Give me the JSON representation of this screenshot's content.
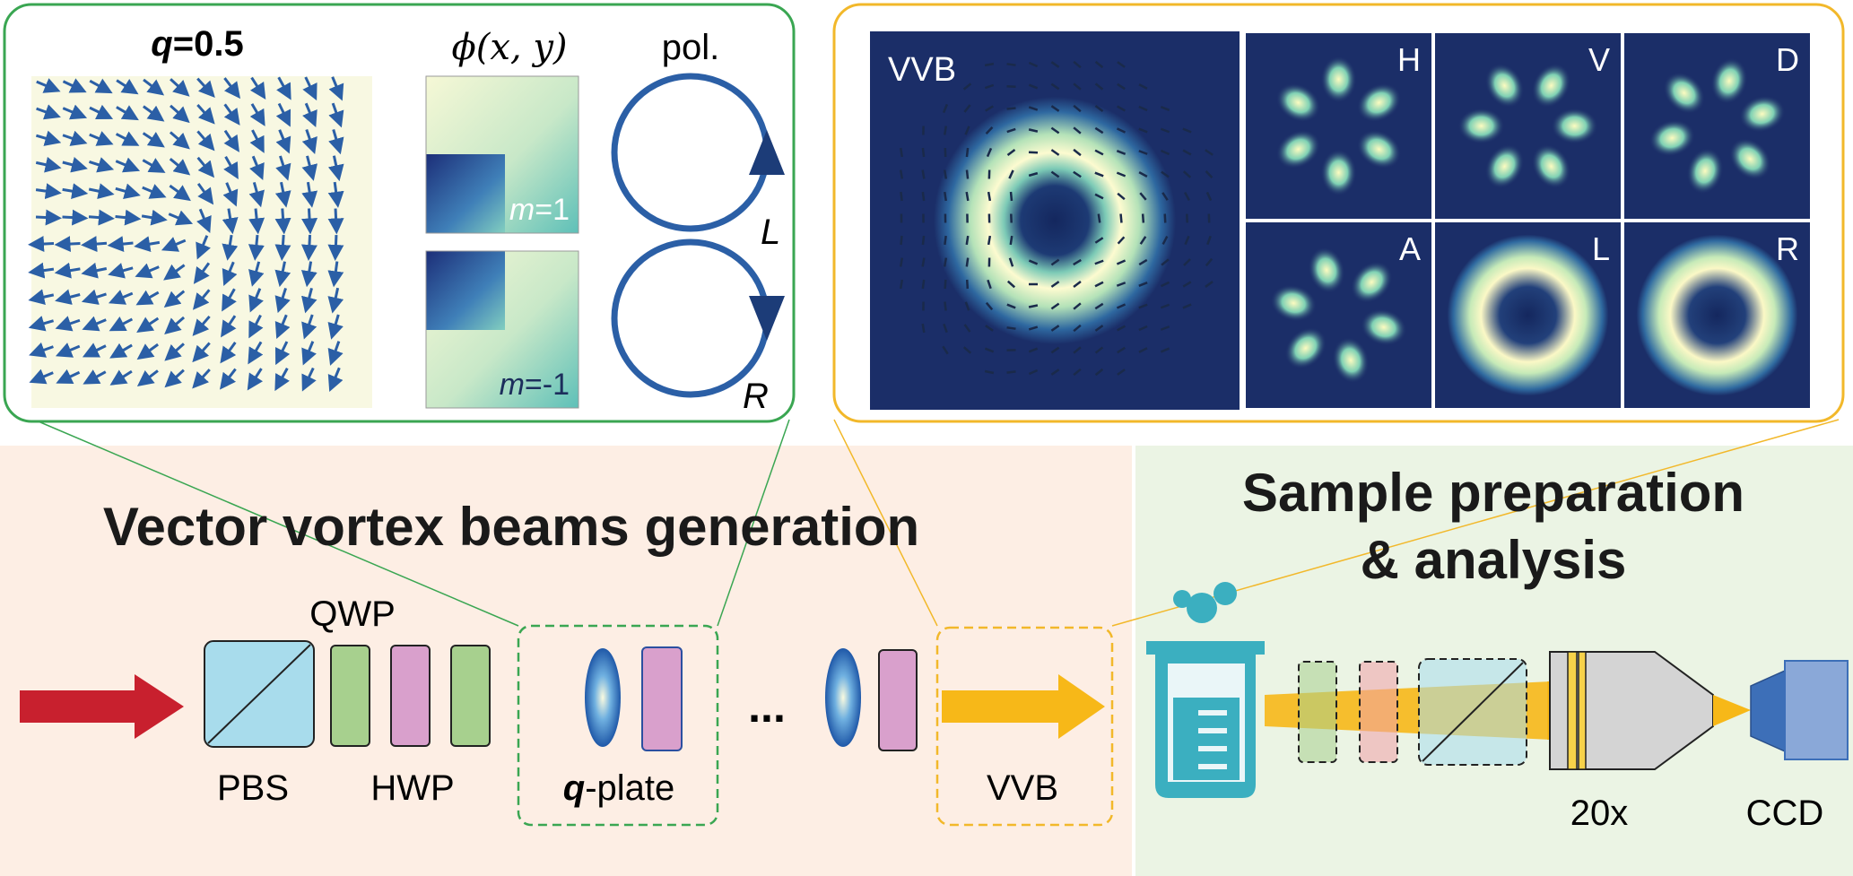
{
  "colors": {
    "left_panel_border": "#3aa652",
    "right_panel_border": "#f2b82a",
    "generation_bg": "#fdeee4",
    "analysis_bg": "#ebf4e4",
    "arrow_red": "#c8202e",
    "arrow_yellow": "#f7b818",
    "qwp_green": "#a7d08e",
    "hwp_pink": "#d9a0cc",
    "pbs_blue": "#a8dcec",
    "arrow_blue": "#2b5fa6",
    "dark_navy": "#1c2e5c",
    "beaker_teal": "#3bafc0",
    "ccd_blue": "#8aa8d8",
    "objective_gray": "#d4d4d4"
  },
  "polarization_panel": {
    "q_label": "q",
    "q_value": "=0.5",
    "phase_label": "ϕ(x, y)",
    "pol_label": "pol.",
    "phase_plates": [
      {
        "m_label": "m",
        "m_value": "=1"
      },
      {
        "m_label": "m",
        "m_value": "=-1"
      }
    ],
    "circles": [
      {
        "label": "L",
        "icon": "counterclockwise-arrow-icon"
      },
      {
        "label": "R",
        "icon": "clockwise-arrow-icon"
      }
    ]
  },
  "intensity_panel": {
    "main_label": "VVB",
    "projections": [
      "H",
      "V",
      "D",
      "A",
      "L",
      "R"
    ]
  },
  "generation": {
    "title": "Vector vortex beams generation",
    "labels": {
      "qwp": "QWP",
      "pbs": "PBS",
      "hwp": "HWP",
      "qplate_q": "q",
      "qplate_rest": "-plate",
      "ellipsis": "...",
      "vvb": "VVB"
    }
  },
  "analysis": {
    "title_line1": "Sample preparation",
    "title_line2": "& analysis",
    "labels": {
      "objective": "20x",
      "ccd": "CCD"
    }
  }
}
